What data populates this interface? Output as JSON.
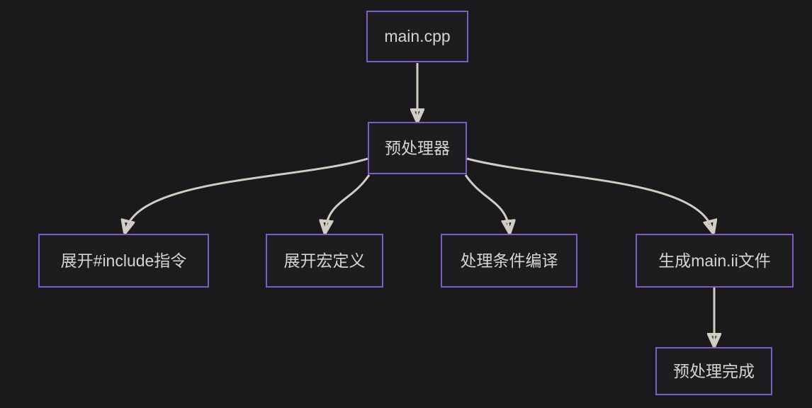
{
  "diagram": {
    "type": "flowchart",
    "direction": "top-down",
    "theme": {
      "background_color": "#1a1a1c",
      "node_fill_color": "#1d1d1f",
      "node_border_color": "#7d5cc6",
      "text_color": "#d8d3cb",
      "arrow_color": "#d2cdc3"
    },
    "nodes": [
      {
        "id": "main-cpp",
        "label": "main.cpp"
      },
      {
        "id": "preprocessor",
        "label": "预处理器"
      },
      {
        "id": "expand-include",
        "label": "展开#include指令"
      },
      {
        "id": "expand-macro",
        "label": "展开宏定义"
      },
      {
        "id": "conditional-compilation",
        "label": "处理条件编译"
      },
      {
        "id": "generate-main-ii",
        "label": "生成main.ii文件"
      },
      {
        "id": "preprocess-done",
        "label": "预处理完成"
      }
    ],
    "edges": [
      {
        "from": "main.cpp",
        "to": "预处理器"
      },
      {
        "from": "预处理器",
        "to": "展开#include指令"
      },
      {
        "from": "预处理器",
        "to": "展开宏定义"
      },
      {
        "from": "预处理器",
        "to": "处理条件编译"
      },
      {
        "from": "预处理器",
        "to": "生成main.ii文件"
      },
      {
        "from": "生成main.ii文件",
        "to": "预处理完成"
      }
    ]
  }
}
